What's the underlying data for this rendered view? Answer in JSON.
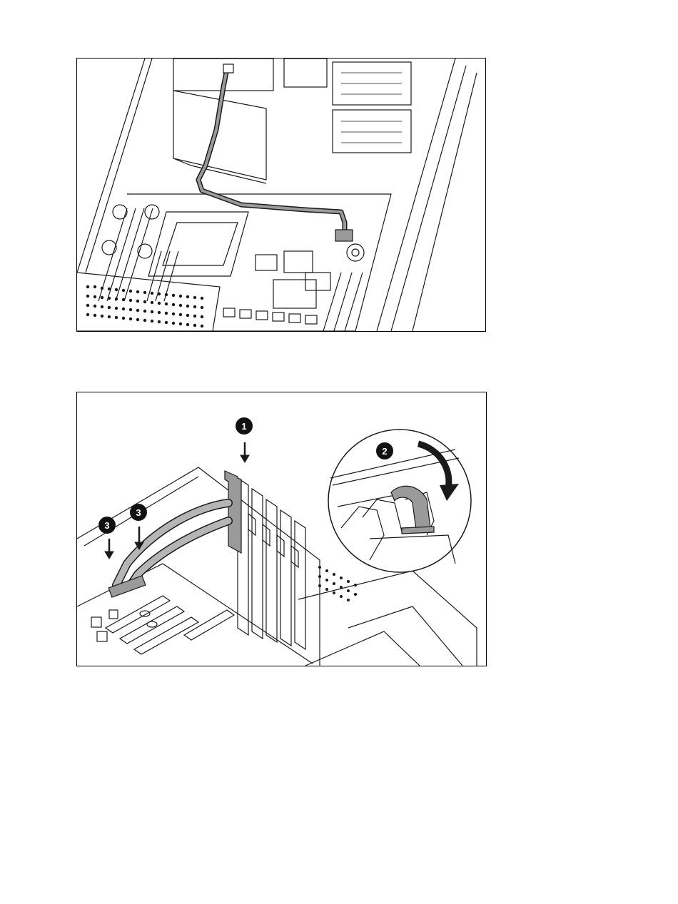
{
  "figures": [
    {
      "illustration": "cable-routing-top-view",
      "callouts": []
    },
    {
      "illustration": "expansion-board-installation",
      "callouts": [
        {
          "number": "1"
        },
        {
          "number": "2"
        },
        {
          "number": "3"
        },
        {
          "number": "3"
        }
      ]
    }
  ],
  "colors": {
    "line": "#1a1a1a",
    "cable": "#9a9a9a",
    "callout_fill": "#111111",
    "callout_text": "#ffffff"
  }
}
